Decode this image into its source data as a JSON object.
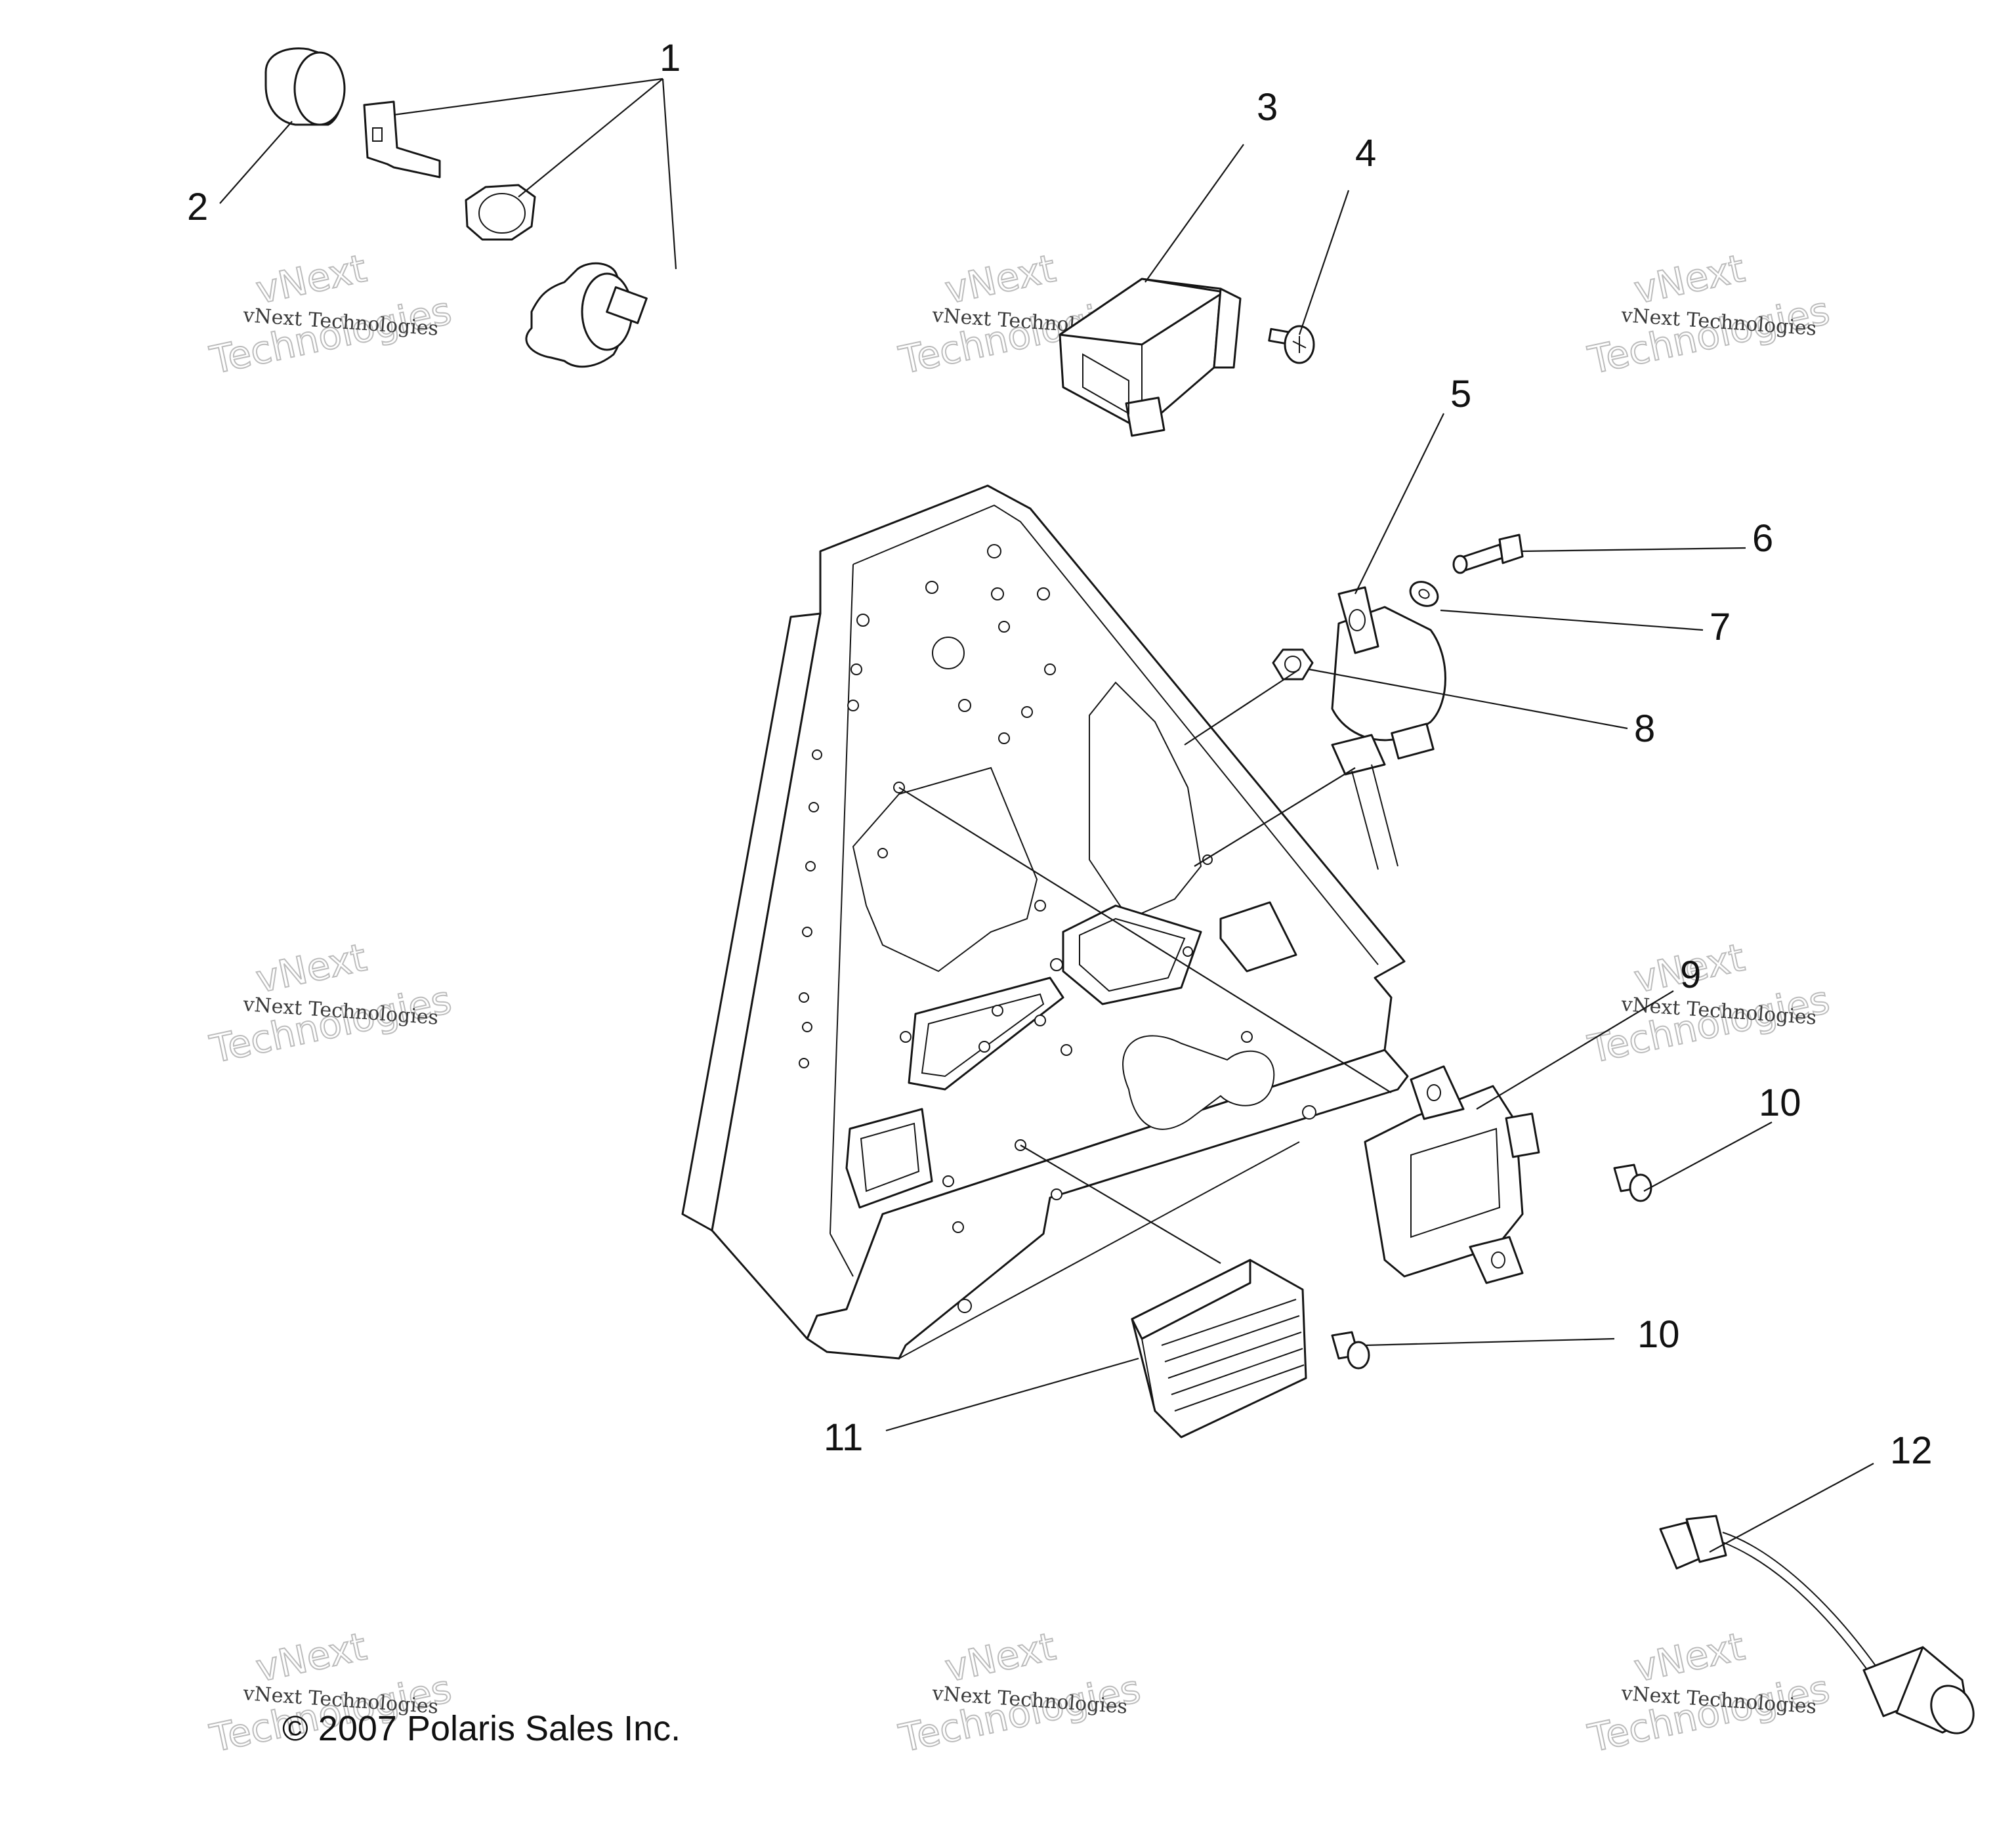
{
  "parts": [
    {
      "id": "part-1",
      "number": "1"
    },
    {
      "id": "part-2",
      "number": "2"
    },
    {
      "id": "part-3",
      "number": "3"
    },
    {
      "id": "part-4",
      "number": "4"
    },
    {
      "id": "part-5",
      "number": "5"
    },
    {
      "id": "part-6",
      "number": "6"
    },
    {
      "id": "part-7",
      "number": "7"
    },
    {
      "id": "part-8",
      "number": "8"
    },
    {
      "id": "part-9",
      "number": "9"
    },
    {
      "id": "part-10a",
      "number": "10"
    },
    {
      "id": "part-10b",
      "number": "10"
    },
    {
      "id": "part-11",
      "number": "11"
    },
    {
      "id": "part-12",
      "number": "12"
    }
  ],
  "copyright": "© 2007 Polaris Sales Inc.",
  "watermark": {
    "small": "vNext Technologies",
    "big_top": "vNext",
    "big_bottom": "Technologies"
  }
}
